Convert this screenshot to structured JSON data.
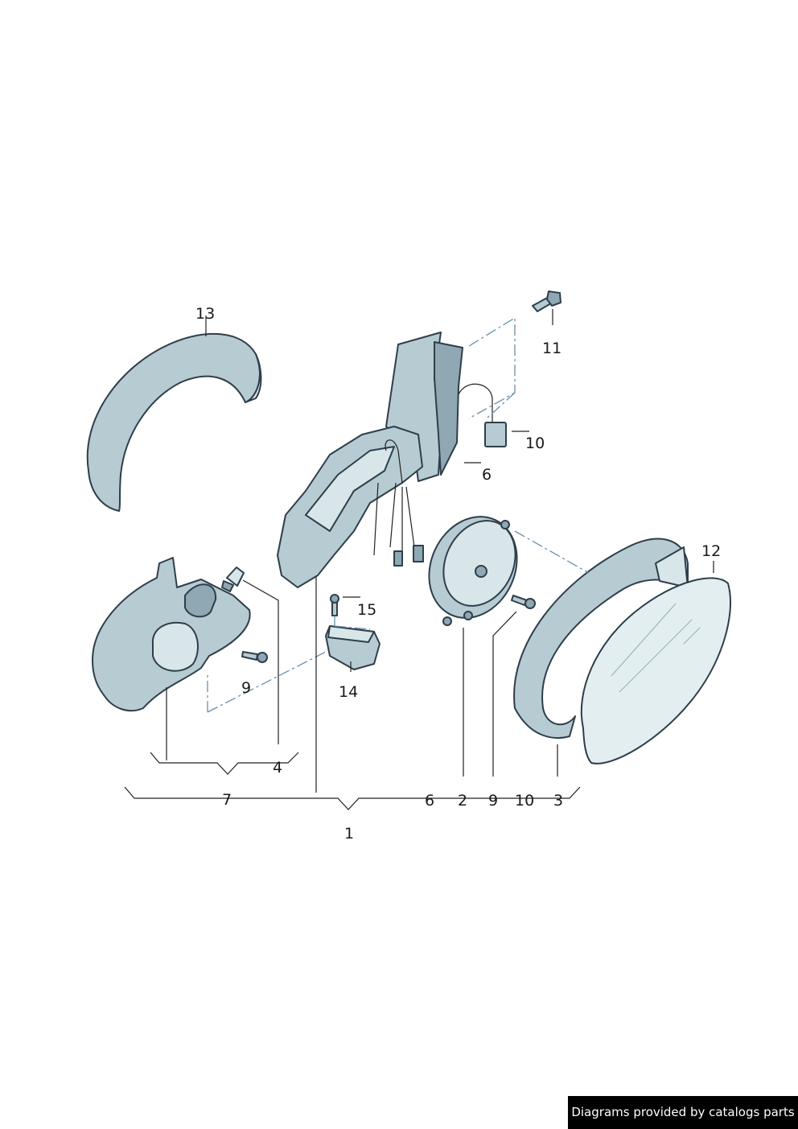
{
  "callouts": {
    "c13": "13",
    "c11": "11",
    "c10_top": "10",
    "c6_top": "6",
    "c12": "12",
    "c15": "15",
    "c9_left": "9",
    "c14": "14",
    "c4": "4",
    "c7": "7",
    "c6_bottom": "6",
    "c2": "2",
    "c9_bottom": "9",
    "c10_bottom": "10",
    "c3": "3",
    "c1": "1"
  },
  "credit": "Diagrams provided by catalogs parts",
  "colors": {
    "part_fill": "#b7cbd3",
    "outline": "#2e3e4a",
    "dashed_leader": "#6b8fa8"
  }
}
